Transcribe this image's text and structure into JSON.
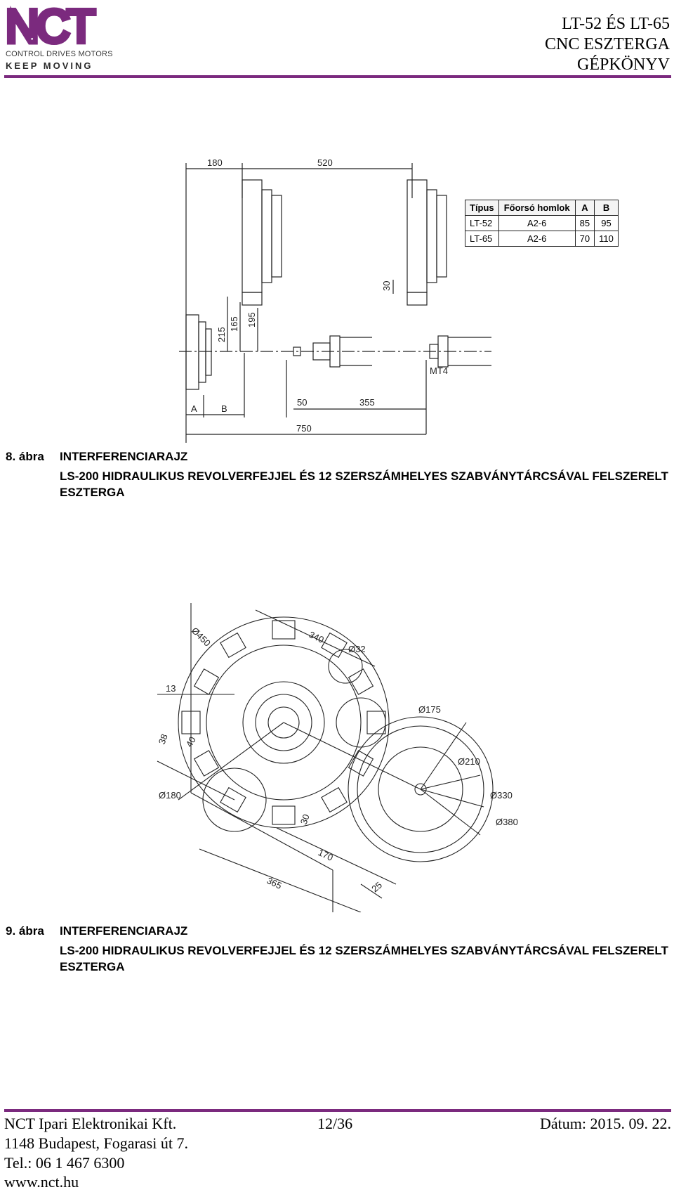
{
  "header": {
    "logo_text": "NCT",
    "logo_tagline": "CONTROL DRIVES MOTORS",
    "logo_slogan": "KEEP MOVING",
    "title_lines": [
      "LT-52 ÉS LT-65",
      "CNC ESZTERGA",
      "GÉPKÖNYV"
    ]
  },
  "colors": {
    "brand": "#7b2a7e",
    "line": "#222222"
  },
  "figure8": {
    "dimensions": [
      "180",
      "520",
      "30",
      "215",
      "165",
      "195",
      "MT4",
      "A",
      "B",
      "50",
      "355",
      "750"
    ],
    "table": {
      "headers": [
        "Típus",
        "Főorsó homlok",
        "A",
        "B"
      ],
      "rows": [
        [
          "LT-52",
          "A2-6",
          "85",
          "95"
        ],
        [
          "LT-65",
          "A2-6",
          "70",
          "110"
        ]
      ]
    },
    "caption_number": "8. ábra",
    "caption_title": "INTERFERENCIARAJZ",
    "caption_subtitle": "LS-200 HIDRAULIKUS REVOLVERFEJJEL ÉS 12 SZERSZÁMHELYES SZABVÁNYTÁRCSÁVAL FELSZERELT ESZTERGA"
  },
  "figure9": {
    "dimensions": [
      "Ø450",
      "340",
      "Ø32",
      "13",
      "Ø175",
      "38",
      "40",
      "Ø210",
      "Ø180",
      "Ø330",
      "30",
      "Ø380",
      "170",
      "365",
      "25"
    ],
    "caption_number": "9. ábra",
    "caption_title": "INTERFERENCIARAJZ",
    "caption_subtitle": "LS-200 HIDRAULIKUS REVOLVERFEJJEL ÉS 12 SZERSZÁMHELYES SZABVÁNYTÁRCSÁVAL FELSZERELT ESZTERGA"
  },
  "footer": {
    "company": "NCT Ipari Elektronikai Kft.",
    "page": "12/36",
    "date": "Dátum: 2015. 09. 22.",
    "address": "1148 Budapest, Fogarasi út 7.",
    "phone": "Tel.: 06 1 467 6300",
    "web": "www.nct.hu"
  }
}
